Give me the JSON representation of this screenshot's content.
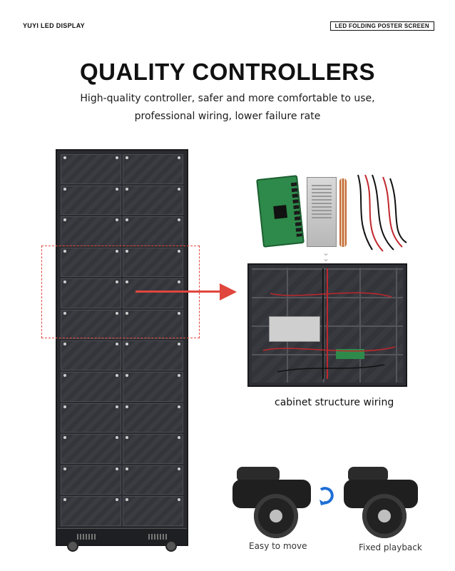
{
  "header": {
    "brand": "YUYI LED DISPLAY",
    "tag": "LED FOLDING POSTER SCREEN"
  },
  "hero": {
    "title": "QUALITY CONTROLLERS",
    "subtitle_line1": "High-quality controller, safer and more comfortable to use,",
    "subtitle_line2": "professional wiring, lower failure rate"
  },
  "labels": {
    "wiring": "cabinet structure wiring",
    "move": "Easy to move",
    "fixed": "Fixed playback"
  },
  "colors": {
    "accent": "#e0463d",
    "cabinet": "#2a2b2f"
  },
  "icons": [
    "arrow-right-icon",
    "rotate-arrow-icon",
    "chevron-down-icon"
  ]
}
